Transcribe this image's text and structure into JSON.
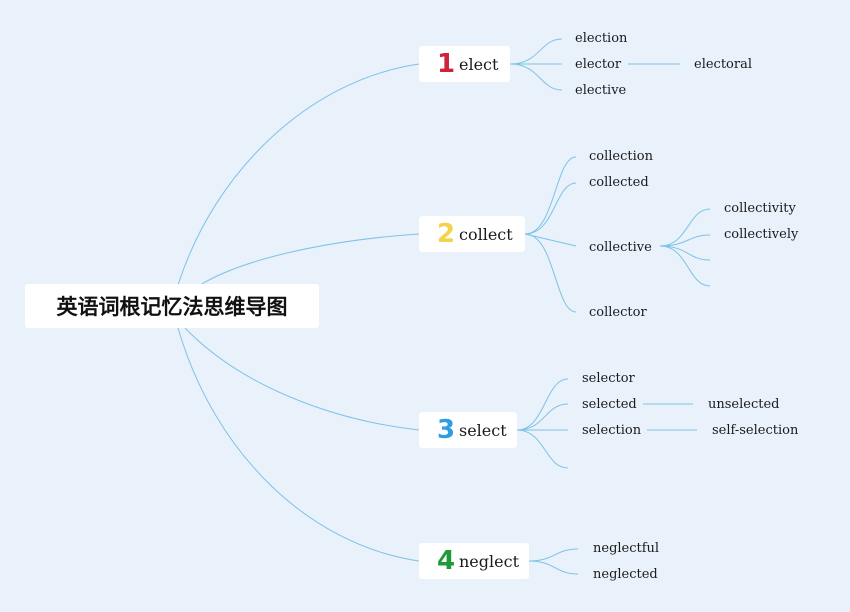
{
  "central": {
    "label": "英语词根记忆法思维导图"
  },
  "branches": [
    {
      "number": "1",
      "number_color": "#d0233b",
      "label": "elect",
      "children": [
        {
          "label": "election"
        },
        {
          "label": "elector",
          "children": [
            {
              "label": "electoral"
            }
          ]
        },
        {
          "label": "elective"
        }
      ]
    },
    {
      "number": "2",
      "number_color": "#f2d34a",
      "label": "collect",
      "children": [
        {
          "label": "collection"
        },
        {
          "label": "collected"
        },
        {
          "label": "collective",
          "children": [
            {
              "label": "collectivity"
            },
            {
              "label": "collectively"
            },
            {
              "label": ""
            },
            {
              "label": ""
            }
          ]
        },
        {
          "label": "collector"
        }
      ]
    },
    {
      "number": "3",
      "number_color": "#2d9ee0",
      "label": "select",
      "children": [
        {
          "label": "selector"
        },
        {
          "label": "selected",
          "children": [
            {
              "label": "unselected"
            }
          ]
        },
        {
          "label": "selection",
          "children": [
            {
              "label": "self-selection"
            }
          ]
        },
        {
          "label": ""
        }
      ]
    },
    {
      "number": "4",
      "number_color": "#1f9a3a",
      "label": "neglect",
      "children": [
        {
          "label": "neglectful"
        },
        {
          "label": "neglected"
        }
      ]
    }
  ]
}
